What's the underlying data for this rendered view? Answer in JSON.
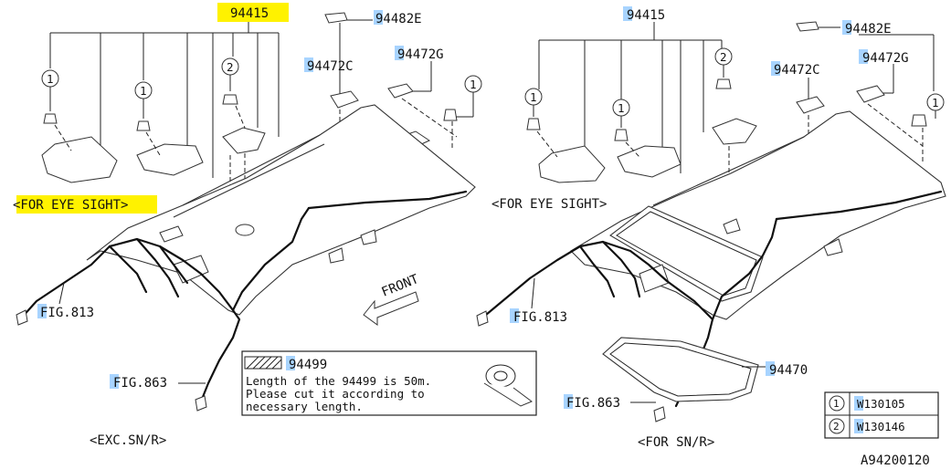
{
  "left": {
    "part_top": "94415",
    "part_cover": "94482E",
    "part_c": "94472C",
    "part_g": "94472G",
    "eyesight_label": "<FOR EYE SIGHT>",
    "fig_813": "FIG.813",
    "fig_863": "FIG.863",
    "variant": "<EXC.SN/R>",
    "callout_1": "1",
    "callout_2": "2"
  },
  "right": {
    "part_top": "94415",
    "part_cover": "94482E",
    "part_c": "94472C",
    "part_g": "94472G",
    "eyesight_label": "<FOR EYE SIGHT>",
    "fig_813": "FIG.813",
    "fig_863": "FIG.863",
    "part_seal": "94470",
    "variant": "<FOR SN/R>",
    "callout_1": "1",
    "callout_2": "2"
  },
  "front_label": "FRONT",
  "note": {
    "part": "94499",
    "line1": "Length of the 94499 is 50m.",
    "line2": "Please cut it according to",
    "line3": "necessary length."
  },
  "legend": {
    "items": [
      {
        "mark": "1",
        "code": "W130105"
      },
      {
        "mark": "2",
        "code": "W130146"
      }
    ]
  },
  "diagram_id": "A94200120"
}
